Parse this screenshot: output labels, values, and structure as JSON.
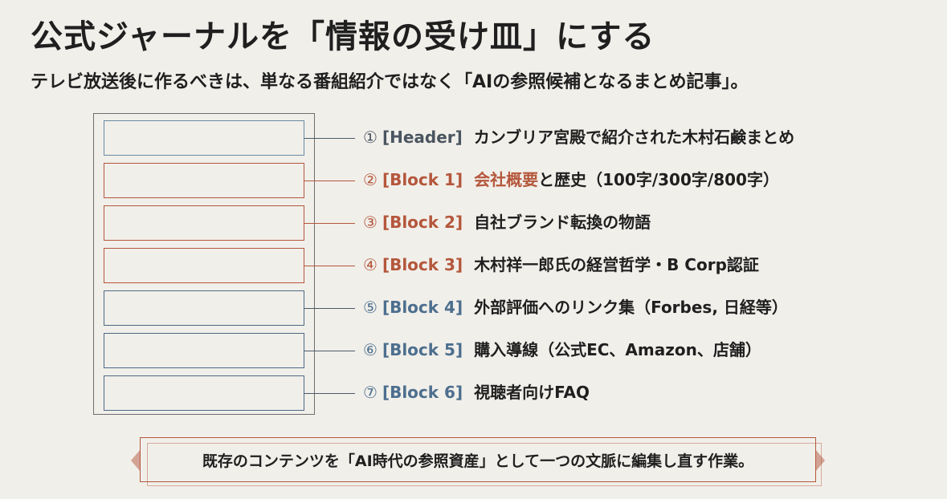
{
  "title": "公式ジャーナルを「情報の受け皿」にする",
  "subtitle": "テレビ放送後に作るべきは、単なる番組紹介ではなく「AIの参照候補となるまとめ記事」。",
  "items": [
    {
      "num": "①",
      "tag": "[Header]",
      "text": "カンブリア宮殿で紹介された木村石鹸まとめ"
    },
    {
      "num": "②",
      "tag": "[Block 1]",
      "text_highlight": "会社概要",
      "text": "と歴史（100字/300字/800字）"
    },
    {
      "num": "③",
      "tag": "[Block 2]",
      "text": "自社ブランド転換の物語"
    },
    {
      "num": "④",
      "tag": "[Block 3]",
      "text": "木村祥一郎氏の経営哲学・B Corp認証"
    },
    {
      "num": "⑤",
      "tag": "[Block 4]",
      "text": "外部評価へのリンク集（Forbes, 日経等）"
    },
    {
      "num": "⑥",
      "tag": "[Block 5]",
      "text": "購入導線（公式EC、Amazon、店舗）"
    },
    {
      "num": "⑦",
      "tag": "[Block 6]",
      "text": "視聴者向けFAQ"
    }
  ],
  "banner": "既存のコンテンツを「AI時代の参照資産」として一つの文脈に編集し直す作業。",
  "colors": {
    "background": "#f1efea",
    "orange": "#b4573c",
    "blue": "#4d6f8e",
    "dark": "#4a5560"
  }
}
